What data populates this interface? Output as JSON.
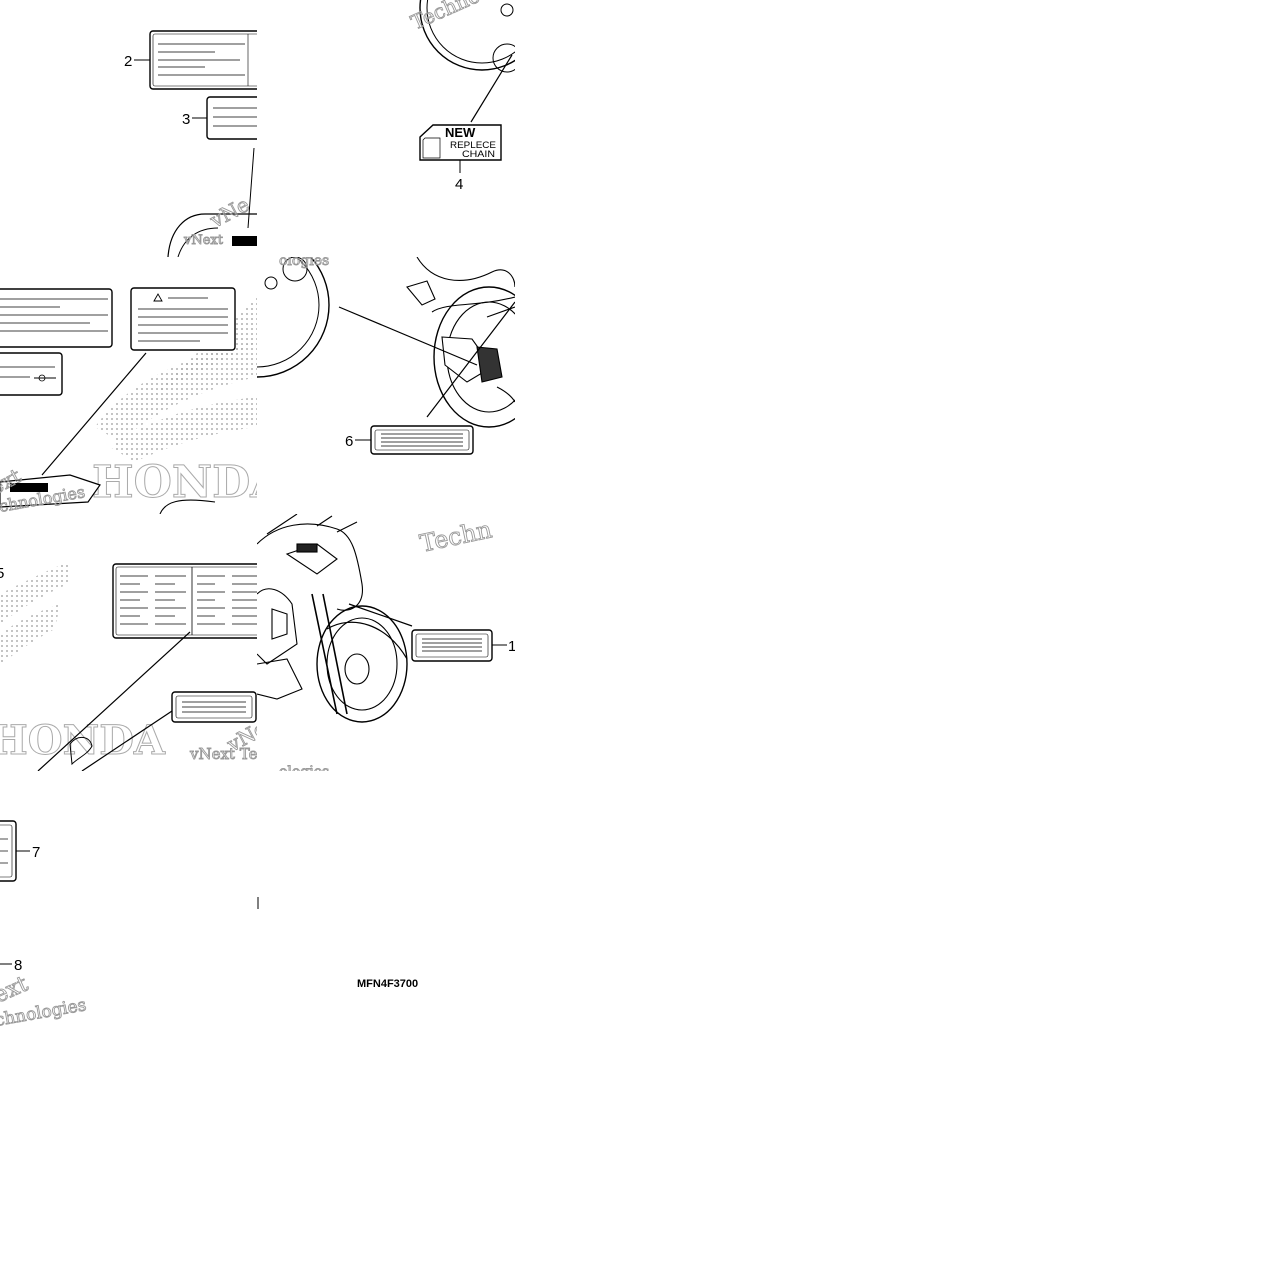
{
  "diagram": {
    "part_code": "MFN4F3700",
    "callouts": {
      "c1": "1",
      "c2": "2",
      "c3": "3",
      "c4": "4",
      "c5": "5",
      "c6": "6",
      "c7": "7",
      "c8": "8"
    },
    "chain_label": {
      "line1": "NEW",
      "line2": "REPLECE",
      "line3": "CHAIN"
    },
    "watermark": {
      "brand": "HONDA",
      "line1": "vNext",
      "line2": "Technologies",
      "short": "Techno",
      "short2": "Techn",
      "frag_a": "ext",
      "frag_b": "chnologies",
      "frag_c": "vNext Te",
      "frag_d": "ologies",
      "frag_e": "vNe"
    }
  }
}
